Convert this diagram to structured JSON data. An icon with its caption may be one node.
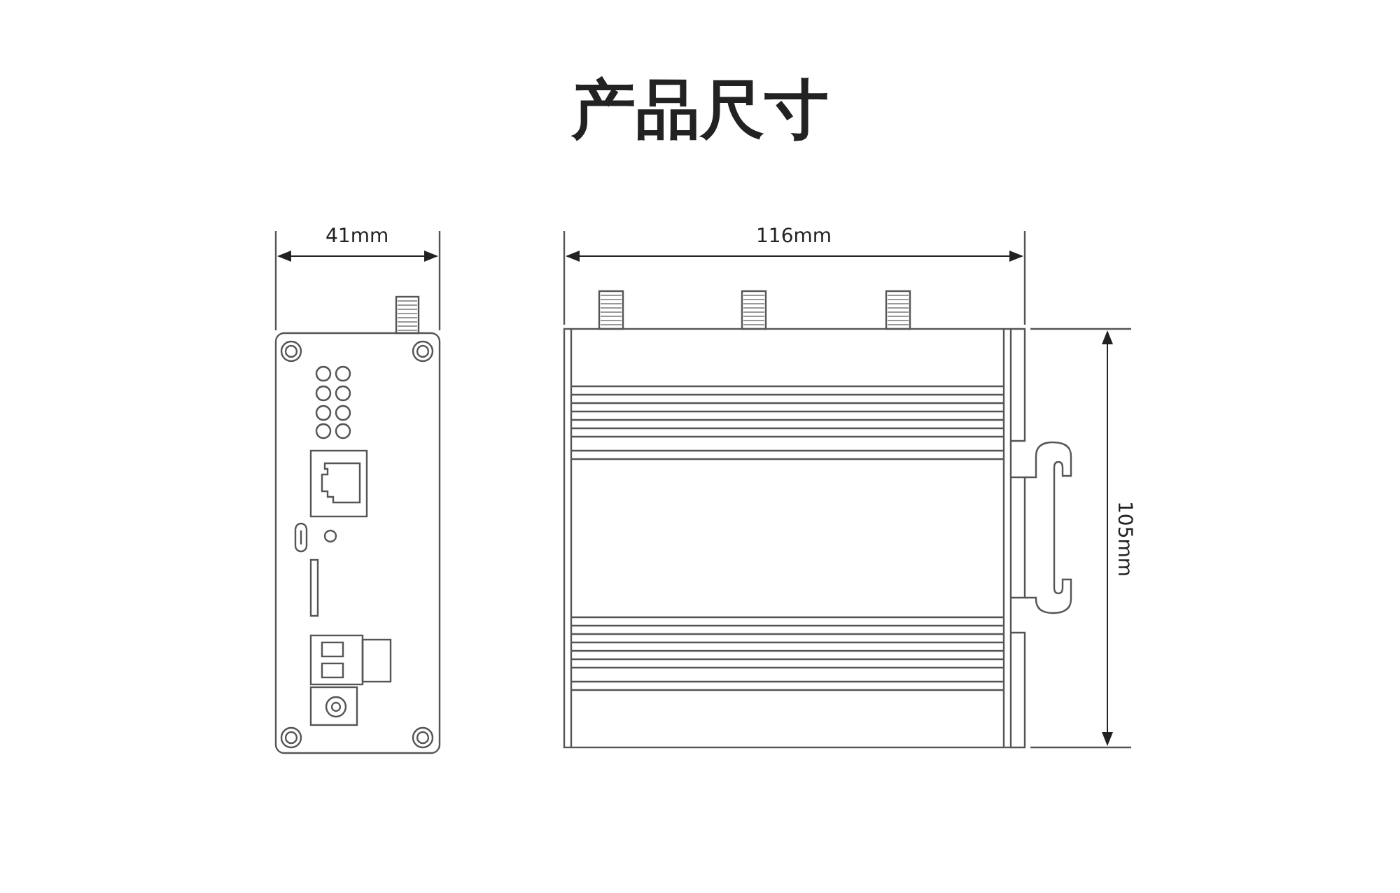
{
  "diagram": {
    "title": "产品尺寸",
    "labels": [
      "41mm",
      "116mm",
      "105mm"
    ]
  }
}
